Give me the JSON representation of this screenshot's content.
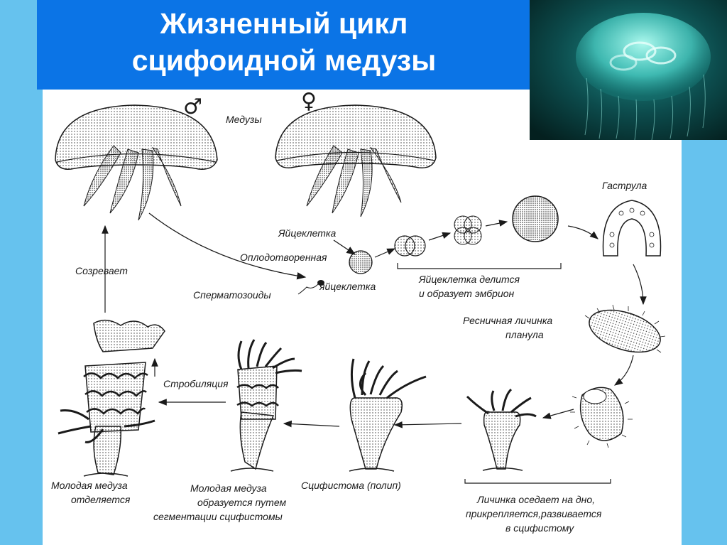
{
  "title": {
    "line1": "Жизненный цикл",
    "line2": "сцифоидной медузы"
  },
  "symbols": {
    "male": "♂",
    "female": "♀"
  },
  "labels": {
    "medusae": "Медузы",
    "gastrula": "Гаструла",
    "egg_cell": "Яйцеклетка",
    "fertilized_1": "Оплодотворенная",
    "fertilized_2": "яйцеклетка",
    "sperm": "Сперматозоиды",
    "matures": "Созревает",
    "egg_divides_1": "Яйцеклетка делится",
    "egg_divides_2": "и образует эмбрион",
    "planula_1": "Ресничная личинка",
    "planula_2": "планула",
    "strobilation": "Стробиляция",
    "young_separates_1": "Молодая медуза",
    "young_separates_2": "отделяется",
    "young_formed_1": "Молодая медуза",
    "young_formed_2": "образуется путем",
    "young_formed_3": "сегментации сцифистомы",
    "scyphistoma": "Сцифистома (полип)",
    "larva_settles_1": "Личинка оседает на дно,",
    "larva_settles_2": "прикрепляется,развивается",
    "larva_settles_3": "в сцифистому"
  },
  "colors": {
    "page_bg": "#66c2ee",
    "title_bg": "#0b74e6",
    "title_text": "#ffffff",
    "ink": "#1a1a1a"
  }
}
